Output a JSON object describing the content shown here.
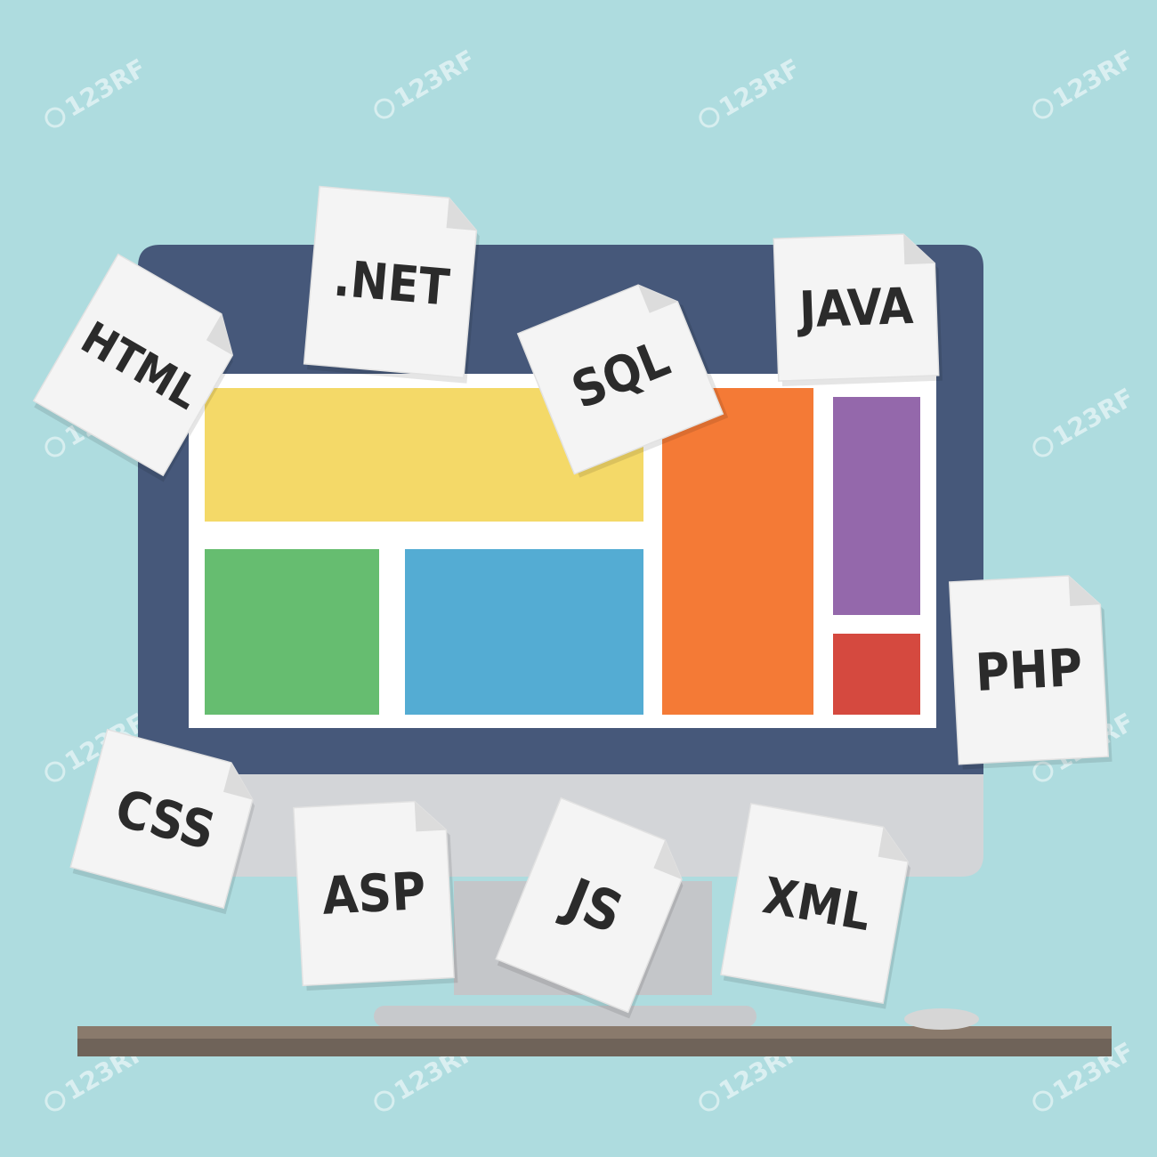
{
  "colors": {
    "background": "#aedcdf",
    "monitor_frame": "#46587a",
    "monitor_chin": "#d3d5d8",
    "stand": "#c4c6c9",
    "desk_top": "#8a7a6c",
    "desk_shadow": "#6f6359",
    "screen": "#ffffff",
    "tile_yellow": "#f4d968",
    "tile_orange": "#f47a36",
    "tile_purple": "#9468ab",
    "tile_red": "#d5493f",
    "tile_green": "#66bd70",
    "tile_blue": "#54acd3",
    "paper": "#f4f4f4",
    "paper_fold": "#dcdcdc",
    "label": "#2b2b2b"
  },
  "documents": [
    {
      "id": "html",
      "label": "HTML"
    },
    {
      "id": "net",
      "label": ".NET"
    },
    {
      "id": "sql",
      "label": "SQL"
    },
    {
      "id": "java",
      "label": "JAVA"
    },
    {
      "id": "php",
      "label": "PHP"
    },
    {
      "id": "css",
      "label": "CSS"
    },
    {
      "id": "asp",
      "label": "ASP"
    },
    {
      "id": "js",
      "label": "JS"
    },
    {
      "id": "xml",
      "label": "XML"
    }
  ],
  "watermark": {
    "text": "123RF",
    "icon": "stamp-icon"
  }
}
